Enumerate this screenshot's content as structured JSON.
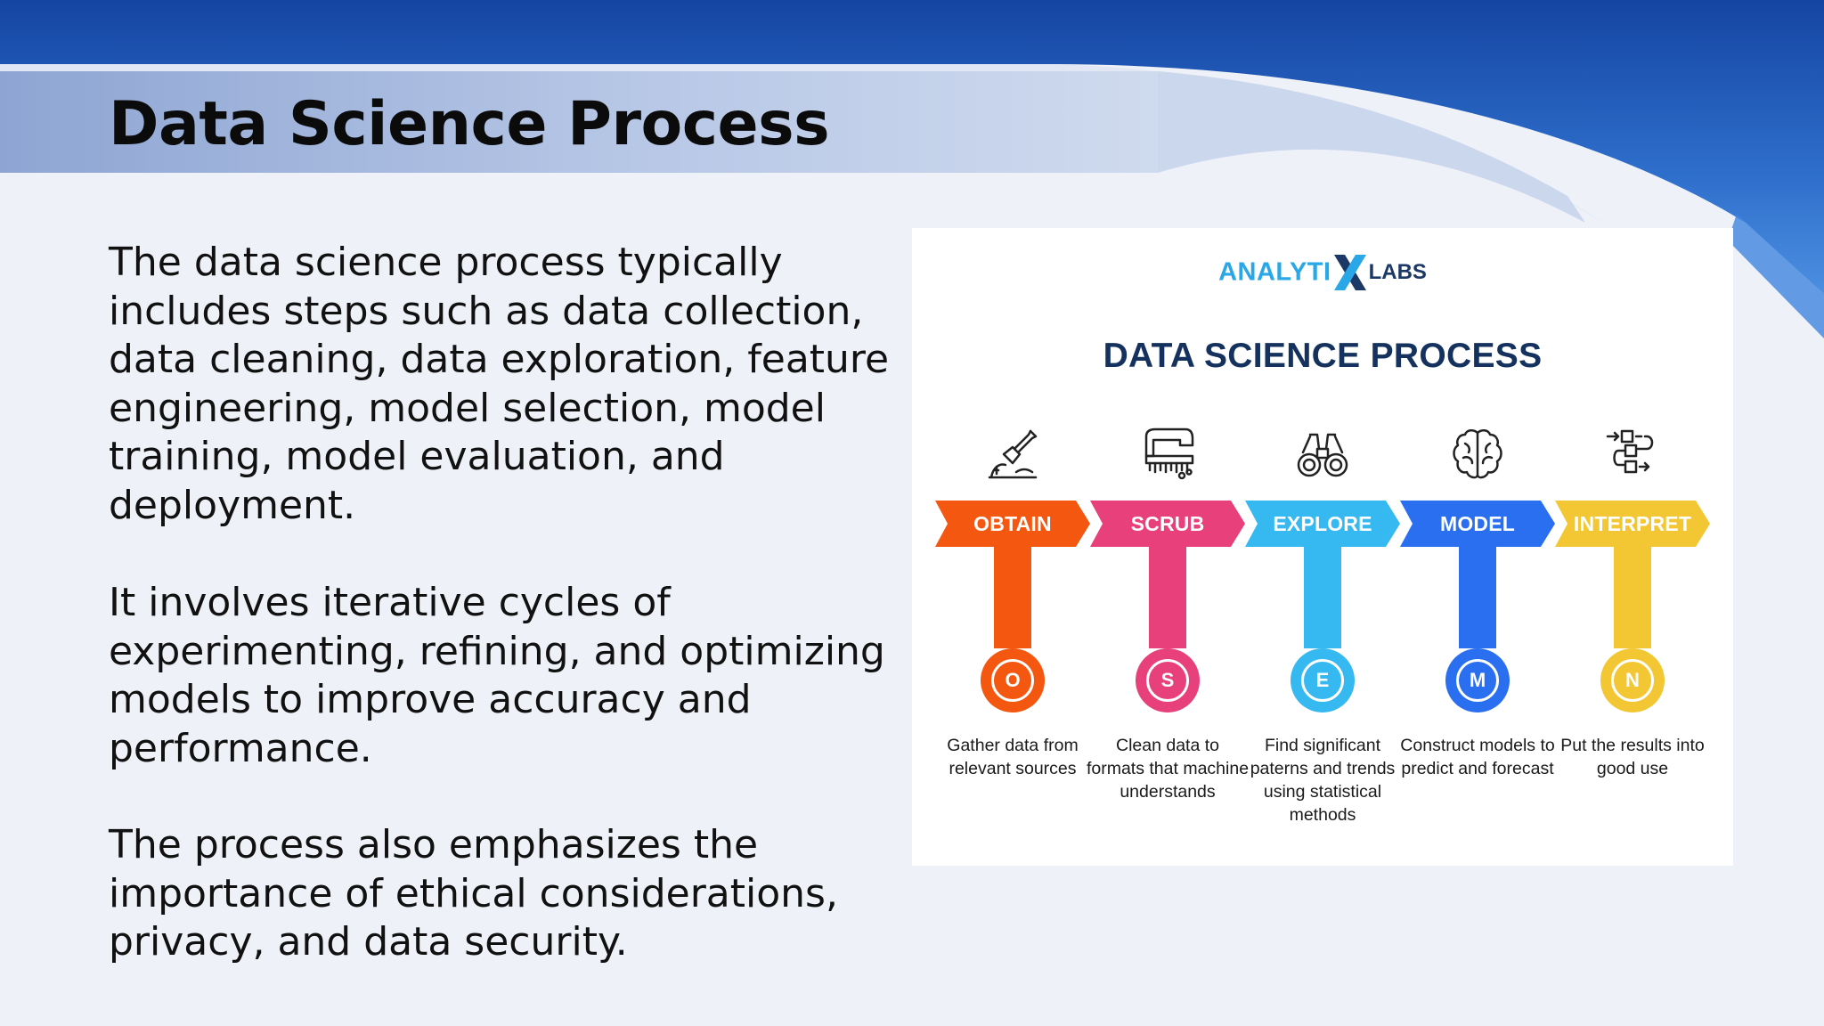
{
  "slide": {
    "title": "Data Science Process",
    "paragraphs": [
      "The data science process typically includes steps such as data collection, data cleaning, data exploration, feature engineering, model selection, model training, model evaluation, and deployment.",
      "It involves iterative cycles of experimenting, refining, and optimizing models to improve accuracy and performance.",
      "The process also emphasizes the importance of ethical considerations, privacy, and data security."
    ]
  },
  "diagram": {
    "logo_part1": "ANALYTI",
    "logo_part2": "LABS",
    "title": "DATA SCIENCE PROCESS",
    "steps": [
      {
        "label": "OBTAIN",
        "letter": "O",
        "desc": "Gather data from relevant sources",
        "color": "#f4570f",
        "icon": "shovel-icon"
      },
      {
        "label": "SCRUB",
        "letter": "S",
        "desc": "Clean data to formats that machine understands",
        "color": "#e8407a",
        "icon": "scrub-brush-icon"
      },
      {
        "label": "EXPLORE",
        "letter": "E",
        "desc": "Find significant paterns and trends using statistical methods",
        "color": "#36b8f0",
        "icon": "binoculars-icon"
      },
      {
        "label": "MODEL",
        "letter": "M",
        "desc": "Construct models to predict and forecast",
        "color": "#2a6ff0",
        "icon": "brain-icon"
      },
      {
        "label": "INTERPRET",
        "letter": "N",
        "desc": "Put the results into good use",
        "color": "#f3c734",
        "icon": "flowchart-icon"
      }
    ]
  },
  "theme": {
    "accent_dark": "#0d3d9e",
    "accent_light": "#3b78d6"
  }
}
